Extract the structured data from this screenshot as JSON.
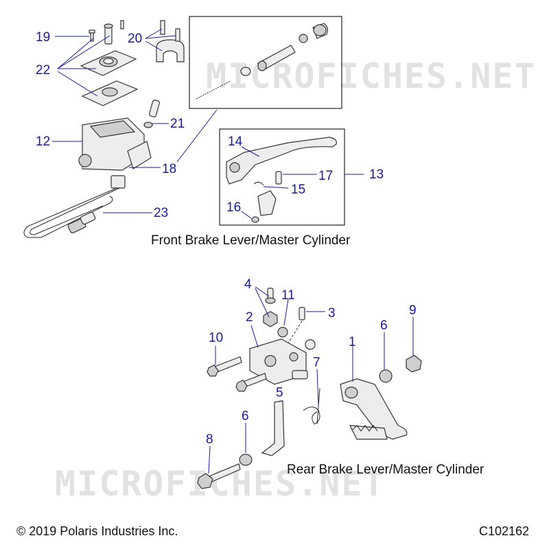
{
  "watermark": "MICROFICHES.NET",
  "captions": {
    "front": "Front Brake Lever/Master Cylinder",
    "rear": "Rear Brake Lever/Master Cylinder"
  },
  "footer": {
    "copyright": "© 2019 Polaris Industries Inc.",
    "code": "C102162"
  },
  "callouts": {
    "c19": "19",
    "c22": "22",
    "c20": "20",
    "c21": "21",
    "c12": "12",
    "c18": "18",
    "c23": "23",
    "c14": "14",
    "c17": "17",
    "c13": "13",
    "c15": "15",
    "c16": "16",
    "c4": "4",
    "c11": "11",
    "c3": "3",
    "c2": "2",
    "c9": "9",
    "c6a": "6",
    "c10": "10",
    "c1": "1",
    "c7": "7",
    "c5": "5",
    "c6b": "6",
    "c8": "8"
  }
}
